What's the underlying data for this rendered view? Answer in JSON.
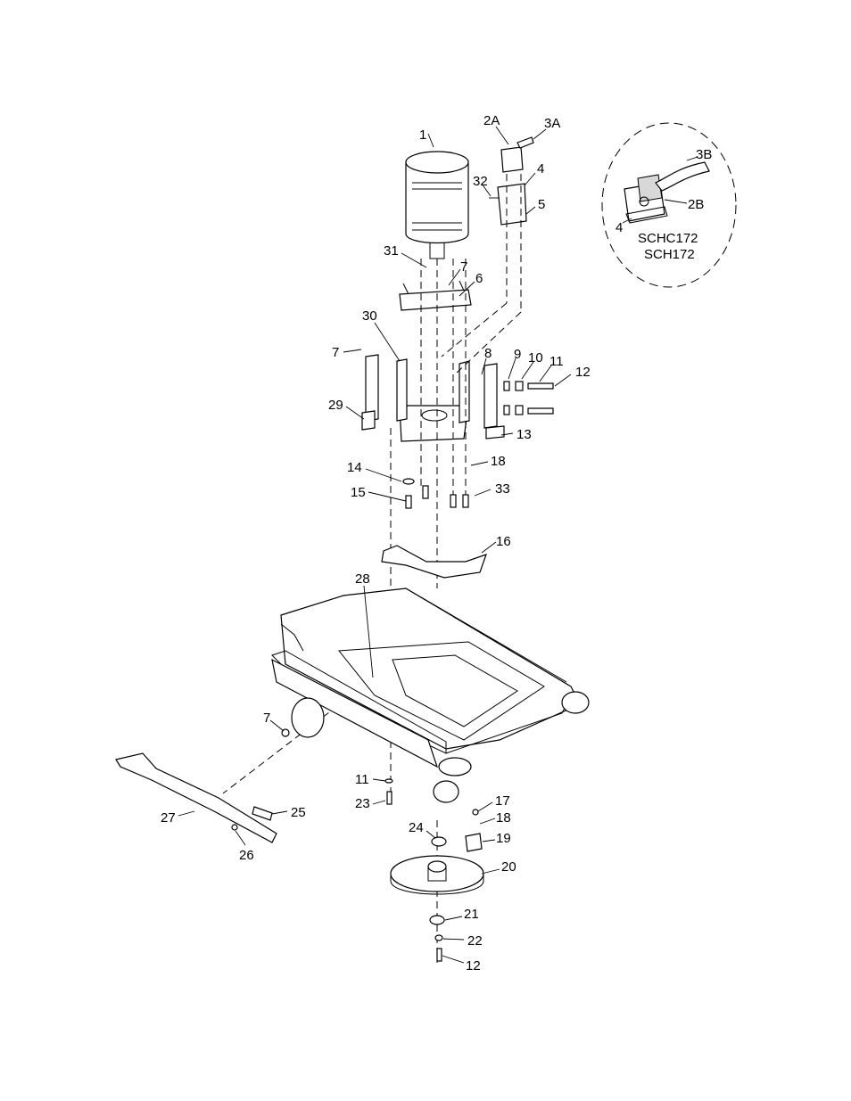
{
  "labels": {
    "l1": "1",
    "l2a": "2A",
    "l3a": "3A",
    "l4": "4",
    "l32": "32",
    "l5": "5",
    "l3b": "3B",
    "l2b": "2B",
    "l4b": "4",
    "m1": "SCHC172",
    "m2": "SCH172",
    "l31": "31",
    "l7a": "7",
    "l6": "6",
    "l30": "30",
    "l7b": "7",
    "l8": "8",
    "l9": "9",
    "l10": "10",
    "l11a": "11",
    "l12a": "12",
    "l29": "29",
    "l13": "13",
    "l14": "14",
    "l18a": "18",
    "l15": "15",
    "l33": "33",
    "l16": "16",
    "l28": "28",
    "l7c": "7",
    "l11b": "11",
    "l23": "23",
    "l27": "27",
    "l25": "25",
    "l26": "26",
    "l17": "17",
    "l18b": "18",
    "l24": "24",
    "l19": "19",
    "l20": "20",
    "l21": "21",
    "l22": "22",
    "l12b": "12"
  }
}
